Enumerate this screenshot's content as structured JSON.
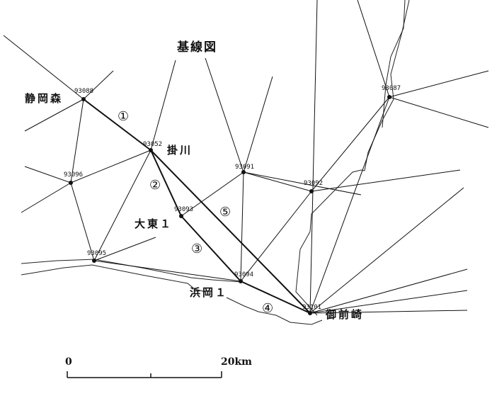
{
  "title": "基線図",
  "places": {
    "shizuoka_mori": "静岡森",
    "kakegawa": "掛川",
    "daito": "大東１",
    "hamaoka": "浜岡１",
    "omaezaki": "御前崎"
  },
  "stations": {
    "s93088": "93088",
    "s93052": "93052",
    "s93096": "93096",
    "s93093": "93093",
    "s93095": "93095",
    "s93091": "93091",
    "s93092": "93092",
    "s93094": "93094",
    "s93101": "93101",
    "s93087": "93087"
  },
  "baselines": {
    "b1": "①",
    "b2": "②",
    "b3": "③",
    "b4": "④",
    "b5": "⑤"
  },
  "scale_bar": {
    "start": "0",
    "end": "20km"
  }
}
